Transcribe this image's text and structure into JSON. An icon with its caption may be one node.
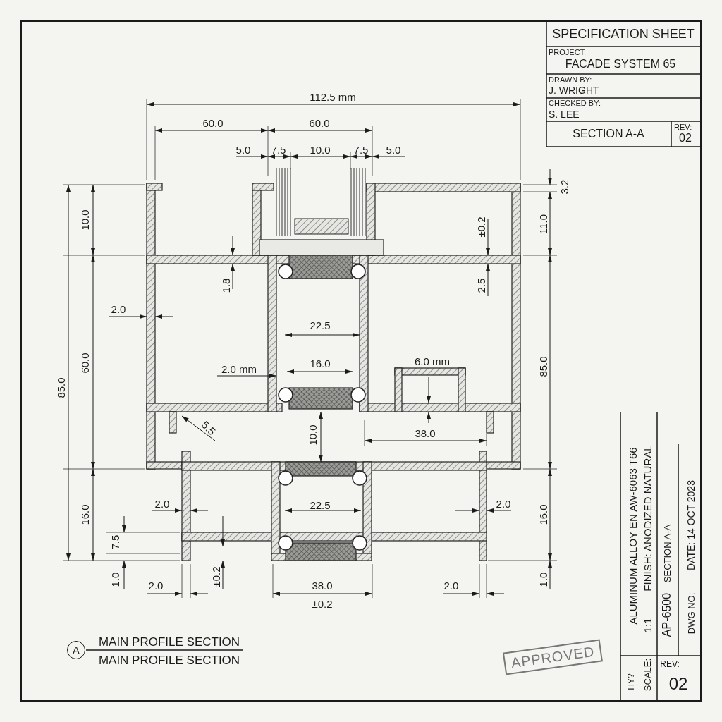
{
  "diagram": {
    "nodes": [
      {
        "text": [
          "A"
        ]
      }
    ],
    "labels": [
      "SPECIFICATION SHEET",
      "PROJECT:",
      "FACADE SYSTEM 65",
      "DRAWN BY:",
      "J. WRIGHT",
      "CHECKED BY:",
      "S. LEE",
      "SECTION A-A",
      "REV:",
      "02",
      "112.5 mm",
      "60.0",
      "60.0",
      "5.0",
      "7.5",
      "10.0",
      "7.5",
      "5.0",
      "3.2",
      "10.0",
      "±0.2",
      "11.0",
      "1.8",
      "2.5",
      "2.0",
      "85.0",
      "60.0",
      "22.5",
      "85.0",
      "2.0 mm",
      "16.0",
      "6.0 mm",
      "5.5",
      "10.0",
      "38.0",
      "2.0",
      "22.5",
      "2.0",
      "16.0",
      "16.0",
      "7.5",
      "1.0",
      "2.0",
      "±0.2",
      "38.0",
      "±0.2",
      "2.0",
      "1.0",
      "MAIN PROFILE SECTION",
      "MAIN PROFILE SECTION",
      "APPROVED",
      "ALUMINUM ALLOY EN AW-6063 T66",
      "FINISH: ANODIZED NATURAL",
      "1:1",
      "SCALE:",
      "AP-6500",
      "SECTION A-A",
      "DWG NO:",
      "DATE: 14 OCT 2023",
      "TIY?",
      "REV:",
      "02"
    ]
  }
}
